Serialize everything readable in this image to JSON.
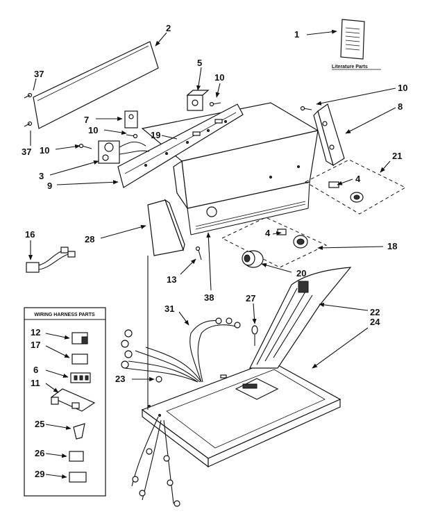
{
  "labels": {
    "literature_parts": "Literature Parts",
    "wiring_harness_parts": "WIRING HARNESS PARTS"
  },
  "callouts": {
    "c1": "1",
    "c2": "2",
    "c3": "3",
    "c4a": "4",
    "c4b": "4",
    "c5": "5",
    "c6": "6",
    "c7": "7",
    "c8": "8",
    "c9": "9",
    "c10a": "10",
    "c10b": "10",
    "c10c": "10",
    "c10d": "10",
    "c11": "11",
    "c12": "12",
    "c13": "13",
    "c16": "16",
    "c17": "17",
    "c18": "18",
    "c19": "19",
    "c20": "20",
    "c21": "21",
    "c22": "22",
    "c23": "23",
    "c24": "24",
    "c25": "25",
    "c26": "26",
    "c27": "27",
    "c28": "28",
    "c29": "29",
    "c31": "31",
    "c37a": "37",
    "c37b": "37",
    "c38": "38"
  }
}
